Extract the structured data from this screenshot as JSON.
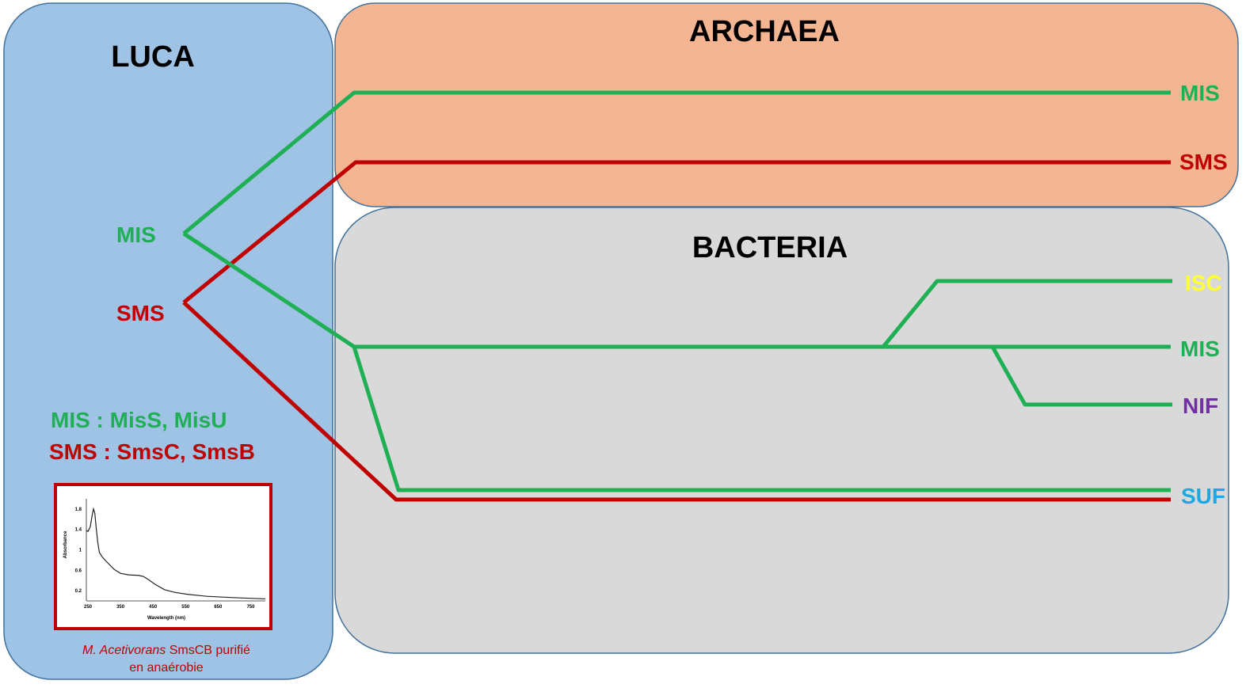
{
  "colors": {
    "green": "#1faf54",
    "red": "#c00000",
    "yellow": "#ffff33",
    "purple": "#7030a0",
    "cyan": "#1fa8e0",
    "luca_fill": "#9fc3e5",
    "archaea_fill": "#f4b592",
    "bacteria_fill": "#d9d9d9",
    "border": "#41719c"
  },
  "luca": {
    "title": "LUCA",
    "mis": "MIS",
    "sms": "SMS",
    "legend_mis": "MIS : MisS, MisU",
    "legend_sms": "SMS : SmsC, SmsB"
  },
  "archaea": {
    "title": "ARCHAEA",
    "mis": "MIS",
    "sms": "SMS"
  },
  "bacteria": {
    "title": "BACTERIA",
    "isc": "ISC",
    "mis": "MIS",
    "nif": "NIF",
    "suf": "SUF"
  },
  "inset": {
    "caption_italic": "M. Acetivorans",
    "caption_rest": " SmsCB purifié",
    "caption_line2": "en anaérobie",
    "chart_data": {
      "type": "line",
      "xlabel": "Wavelength (nm)",
      "ylabel": "Absorbance",
      "xticks": [
        250,
        350,
        450,
        550,
        650,
        750
      ],
      "yticks": [
        0.2,
        0.6,
        1,
        1.4,
        1.8
      ],
      "xlim": [
        250,
        800
      ],
      "ylim": [
        0,
        2.0
      ],
      "x": [
        250,
        255,
        262,
        268,
        272,
        276,
        280,
        285,
        290,
        300,
        315,
        335,
        355,
        380,
        410,
        425,
        440,
        460,
        490,
        520,
        560,
        620,
        700,
        800
      ],
      "y": [
        1.38,
        1.36,
        1.45,
        1.68,
        1.8,
        1.72,
        1.45,
        1.15,
        0.95,
        0.85,
        0.75,
        0.62,
        0.54,
        0.51,
        0.5,
        0.48,
        0.42,
        0.33,
        0.22,
        0.17,
        0.13,
        0.09,
        0.065,
        0.04
      ]
    }
  }
}
